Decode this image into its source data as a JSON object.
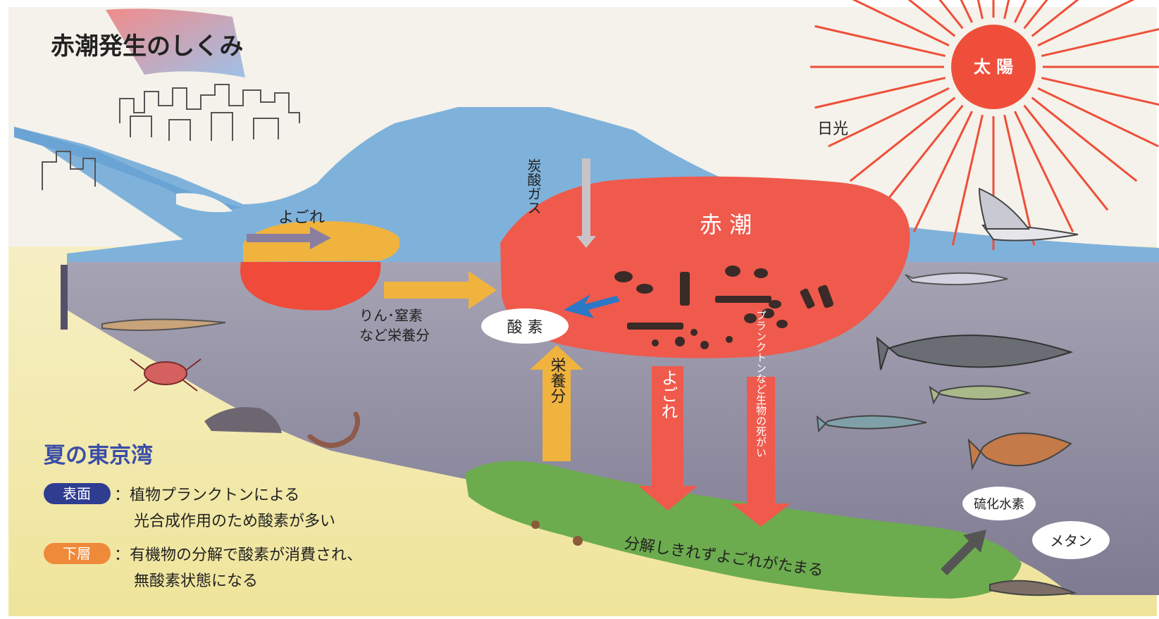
{
  "title": "赤潮発生のしくみ",
  "labels": {
    "sun": "太 陽",
    "sunlight": "日光",
    "co2": "炭酸ガス",
    "red_tide": "赤 潮",
    "pollution_top": "よごれ",
    "nutrients_line1": "りん･窒素",
    "nutrients_line2": "など栄養分",
    "oxygen": "酸 素",
    "nutrients_vertical": "栄養分",
    "pollution_down": "よごれ",
    "plankton_corpses": "プランクトンなど生物の死がい",
    "hydrogen_sulfide": "硫化水素",
    "methane": "メタン",
    "sediment": "分解しきれずよごれがたまる"
  },
  "legend": {
    "heading": "夏の東京湾",
    "surface_badge": "表面",
    "surface_line1": "：植物プランクトンによる",
    "surface_line2": "光合成作用のため酸素が多い",
    "bottom_badge": "下層",
    "bottom_line1": "：有機物の分解で酸素が消費され、",
    "bottom_line2": "無酸素状態になる"
  },
  "colors": {
    "sky": "#f4f2ea",
    "sea_surface": "#7fb2db",
    "deep_water": "#8d8aa0",
    "land": "#f1e7a6",
    "red_tide": "#ef5a4c",
    "sun": "#ef4f3a",
    "yellow_arrow": "#f0b33e",
    "sludge": "#6cac4e",
    "surface_badge": "#2f3d91",
    "bottom_badge": "#ef8a3a"
  }
}
